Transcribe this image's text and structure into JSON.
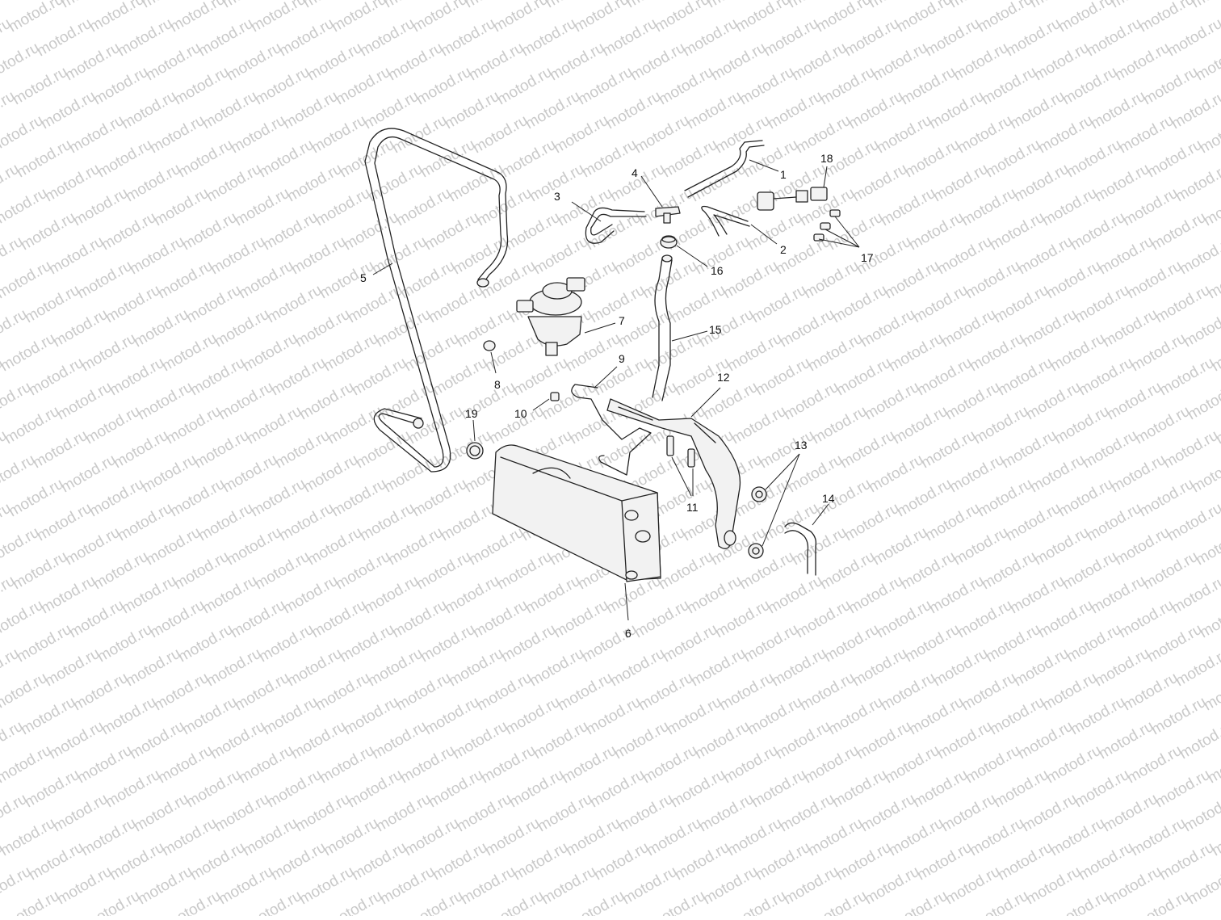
{
  "watermark": {
    "text": "motod.ru",
    "color": "#c9c9c9"
  },
  "callouts": [
    {
      "id": "1",
      "name": "callout-1"
    },
    {
      "id": "2",
      "name": "callout-2"
    },
    {
      "id": "3",
      "name": "callout-3"
    },
    {
      "id": "4",
      "name": "callout-4"
    },
    {
      "id": "5",
      "name": "callout-5"
    },
    {
      "id": "6",
      "name": "callout-6"
    },
    {
      "id": "7",
      "name": "callout-7"
    },
    {
      "id": "8",
      "name": "callout-8"
    },
    {
      "id": "9",
      "name": "callout-9"
    },
    {
      "id": "10",
      "name": "callout-10"
    },
    {
      "id": "11",
      "name": "callout-11"
    },
    {
      "id": "12",
      "name": "callout-12"
    },
    {
      "id": "13",
      "name": "callout-13"
    },
    {
      "id": "14",
      "name": "callout-14"
    },
    {
      "id": "15",
      "name": "callout-15"
    },
    {
      "id": "16",
      "name": "callout-16"
    },
    {
      "id": "17",
      "name": "callout-17"
    },
    {
      "id": "18",
      "name": "callout-18"
    },
    {
      "id": "19",
      "name": "callout-19"
    }
  ]
}
